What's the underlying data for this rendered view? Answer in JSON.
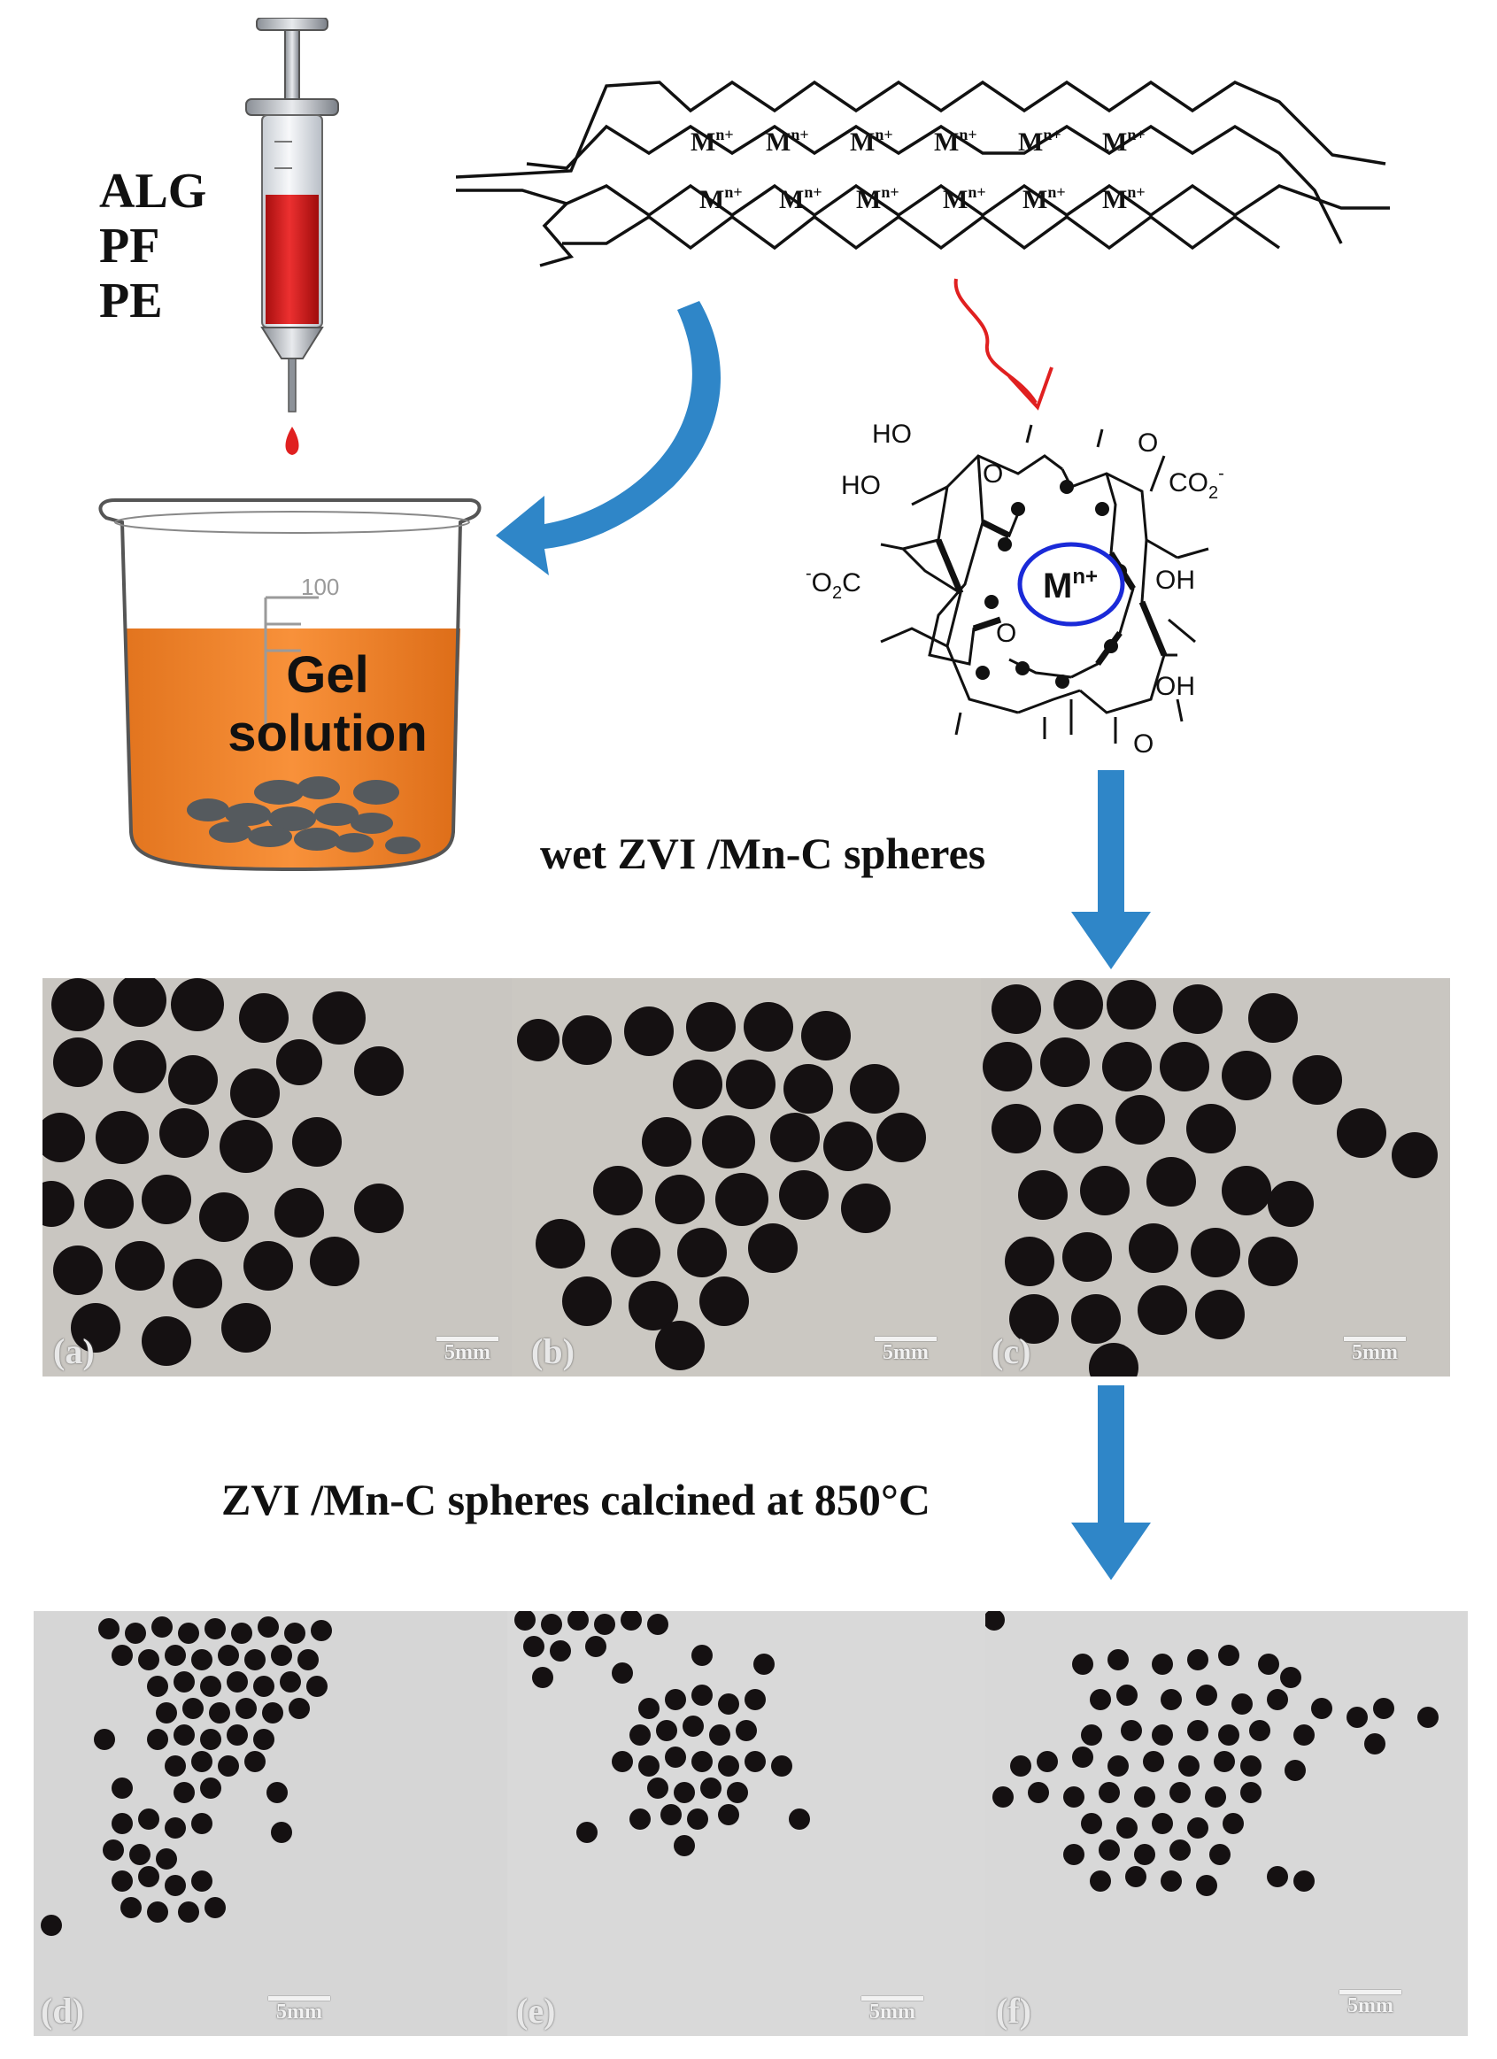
{
  "reagents": [
    "ALG",
    "PF",
    "PE"
  ],
  "beaker": {
    "line1": "Gel",
    "line2": "solution",
    "scale_mark": "100"
  },
  "chain": {
    "ion_base": "M",
    "ion_sup": "n+",
    "row1_count": 6,
    "row2_count": 6
  },
  "complex": {
    "center_base": "M",
    "center_sup": "n+",
    "groups": {
      "ho1": "HO",
      "ho2": "HO",
      "co2": "CO",
      "co2_sub": "2",
      "co2_sup": "-",
      "o2c_sup": "-",
      "o2c": "O",
      "o2c_sub": "2",
      "o2c_c": "C",
      "oh1": "OH",
      "oh2": "OH",
      "o1": "O",
      "o2": "O",
      "o3": "O",
      "o4": "O"
    }
  },
  "steps": {
    "wet": "wet ZVI /Mn-C spheres",
    "calcined": "ZVI /Mn-C spheres calcined at 850°C"
  },
  "panels": {
    "top": [
      {
        "letter": "(a)",
        "scale": "5mm"
      },
      {
        "letter": "(b)",
        "scale": "5mm"
      },
      {
        "letter": "(c)",
        "scale": "5mm"
      }
    ],
    "bottom": [
      {
        "letter": "(d)",
        "scale": "5mm"
      },
      {
        "letter": "(e)",
        "scale": "5mm"
      },
      {
        "letter": "(f)",
        "scale": "5mm"
      }
    ]
  },
  "colors": {
    "blue_arrow": "#2f86c8",
    "red_arrow": "#e02020",
    "gel_orange": "#f5872e",
    "syringe_red": "#d61e1e",
    "photo_bg_wet": "#c9c6c1",
    "photo_bg_dry": "#d6d6d6",
    "sphere": "#151112",
    "ion_circle": "#1a2ad8"
  }
}
